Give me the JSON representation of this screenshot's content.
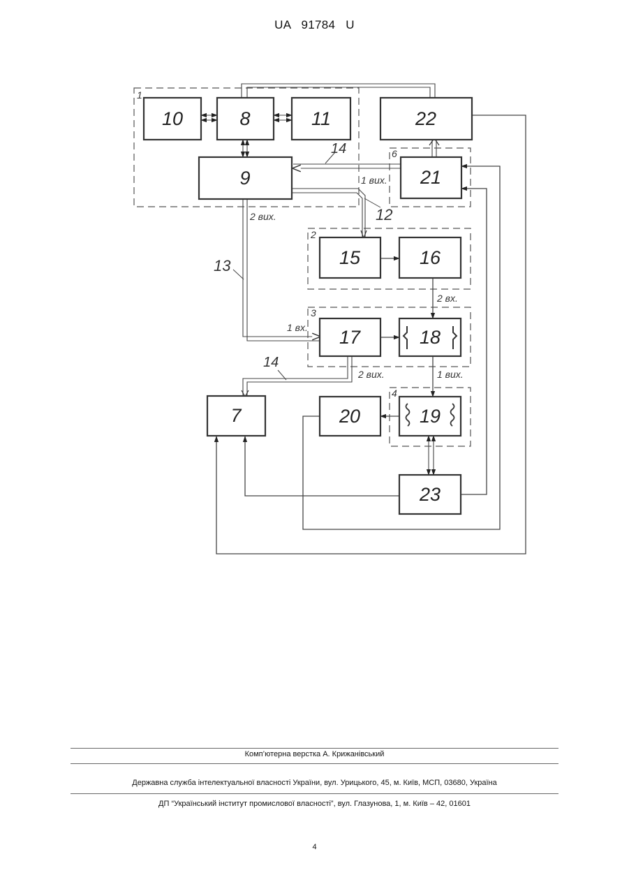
{
  "header": {
    "doc_number": "UA   91784   U"
  },
  "diagram": {
    "blocks": {
      "b7": "7",
      "b8": "8",
      "b9": "9",
      "b10": "10",
      "b11": "11",
      "b15": "15",
      "b16": "16",
      "b17": "17",
      "b18": "18",
      "b19": "19",
      "b20": "20",
      "b21": "21",
      "b22": "22",
      "b23": "23"
    },
    "groups": {
      "g1": "1",
      "g2": "2",
      "g3": "3",
      "g4": "4",
      "g6": "6"
    },
    "annotations": {
      "link_14_top": "14",
      "link_14_bottom": "14",
      "link_12": "12",
      "link_13": "13",
      "out1_21": "1 вих.",
      "out2_9": "2 вих.",
      "in2_18": "2 вх.",
      "in1_17": "1 вх.",
      "out2_17": "2 вих.",
      "out1_18": "1 вих."
    }
  },
  "footer": {
    "layout": "Комп’ютерна верстка А. Крижанівський",
    "agency": "Державна служба інтелектуальної власності України, вул. Урицького, 45, м. Київ, МСП, 03680, Україна",
    "institute": "ДП “Український інститут промислової власності”, вул. Глазунова, 1, м. Київ – 42, 01601"
  },
  "page_number": "4"
}
